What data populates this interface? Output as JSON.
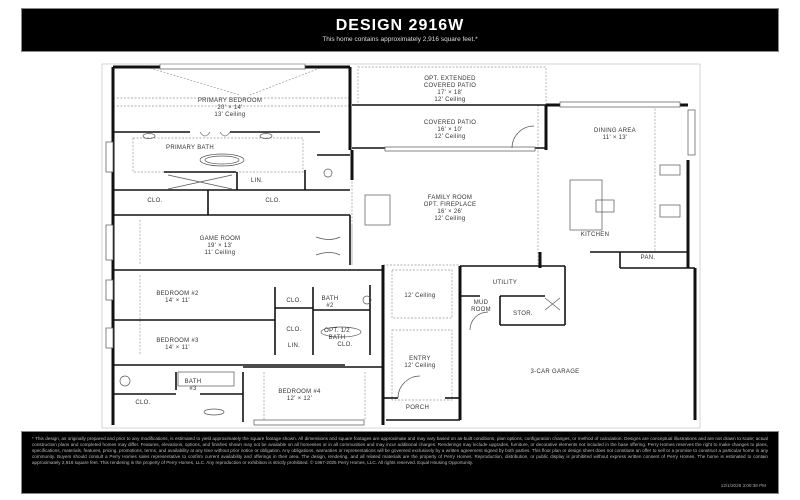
{
  "header": {
    "title": "DESIGN 2916W",
    "subtitle": "This home contains approximately 2,916 square feet.*"
  },
  "rooms": {
    "primary_bedroom": {
      "name": "PRIMARY BEDROOM",
      "dims": "20' × 14'",
      "ceiling": "13' Ceiling"
    },
    "primary_bath": {
      "name": "PRIMARY BATH"
    },
    "lin_primary": {
      "name": "LIN."
    },
    "clo_primary_left": {
      "name": "CLO."
    },
    "clo_primary_right": {
      "name": "CLO."
    },
    "opt_extended_patio": {
      "name": "OPT. EXTENDED",
      "name2": "COVERED PATIO",
      "dims": "17' × 18'",
      "ceiling": "12' Ceiling"
    },
    "covered_patio": {
      "name": "COVERED PATIO",
      "dims": "16' × 10'",
      "ceiling": "12' Ceiling"
    },
    "dining_area": {
      "name": "DINING AREA",
      "dims": "11' × 13'"
    },
    "family_room": {
      "name": "FAMILY ROOM",
      "name2": "OPT. FIREPLACE",
      "dims": "16' × 26'",
      "ceiling": "12' Ceiling"
    },
    "kitchen": {
      "name": "KITCHEN"
    },
    "pan": {
      "name": "PAN."
    },
    "game_room": {
      "name": "GAME ROOM",
      "dims": "19' × 13'",
      "ceiling": "11' Ceiling"
    },
    "bedroom2": {
      "name": "BEDROOM #2",
      "dims": "14' × 11'"
    },
    "clo_bed2": {
      "name": "CLO."
    },
    "bath2": {
      "name": "BATH",
      "name2": "#2"
    },
    "hall_ceiling": {
      "ceiling": "12' Ceiling"
    },
    "bedroom3": {
      "name": "BEDROOM #3",
      "dims": "14' × 11'"
    },
    "clo_bed3": {
      "name": "CLO."
    },
    "lin_hall": {
      "name": "LIN."
    },
    "opt_half_bath": {
      "name": "OPT. 1/2",
      "name2": "BATH"
    },
    "clo_half_bath": {
      "name": "CLO."
    },
    "bath3": {
      "name": "BATH",
      "name2": "#3"
    },
    "clo_bed4": {
      "name": "CLO."
    },
    "bedroom4": {
      "name": "BEDROOM #4",
      "dims": "12' × 12'"
    },
    "entry": {
      "name": "ENTRY",
      "ceiling": "12' Ceiling"
    },
    "porch": {
      "name": "PORCH"
    },
    "utility": {
      "name": "UTILITY"
    },
    "mud_room": {
      "name": "MUD",
      "name2": "ROOM"
    },
    "stor": {
      "name": "STOR."
    },
    "garage": {
      "name": "3-CAR GARAGE"
    }
  },
  "footer": {
    "disclaimer": "* This design, as originally prepared and prior to any modifications, is estimated to yield approximately the square footage shown. All dimensions and square footages are approximate and may vary based on as-built conditions, plan options, configuration changes, or method of calculation. Designs are conceptual illustrations and are not drawn to scale; actual construction plans and completed homes may differ. Features, elevations, options, and finishes shown may not be available on all homesites or in all communities and may incur additional charges. Renderings may include upgrades, furniture, or decorative elements not included in the base offering. Perry Homes reserves the right to make changes to plans, specifications, materials, features, pricing, promotions, terms, and availability at any time without prior notice or obligation. Any obligations, warranties or representations will be governed exclusively by a written agreement signed by both parties. This floor plan or design sheet does not constitute an offer to sell or a promise to construct a particular home in any community. Buyers should consult a Perry Homes sales representative to confirm current availability and offerings in their area. The design, rendering, and all related materials are the property of Perry Homes. Reproduction, distribution, or public display is prohibited without express written consent of Perry Homes. The home is estimated to contain approximately 2,916 square feet. This rendering is the property of Perry Homes, LLC. Any reproduction or exhibition is strictly prohibited. © 1967-2025 Perry Homes, LLC. All rights reserved. Equal Housing Opportunity.",
    "timestamp": "12/1/2025 3:00:38 PM"
  }
}
